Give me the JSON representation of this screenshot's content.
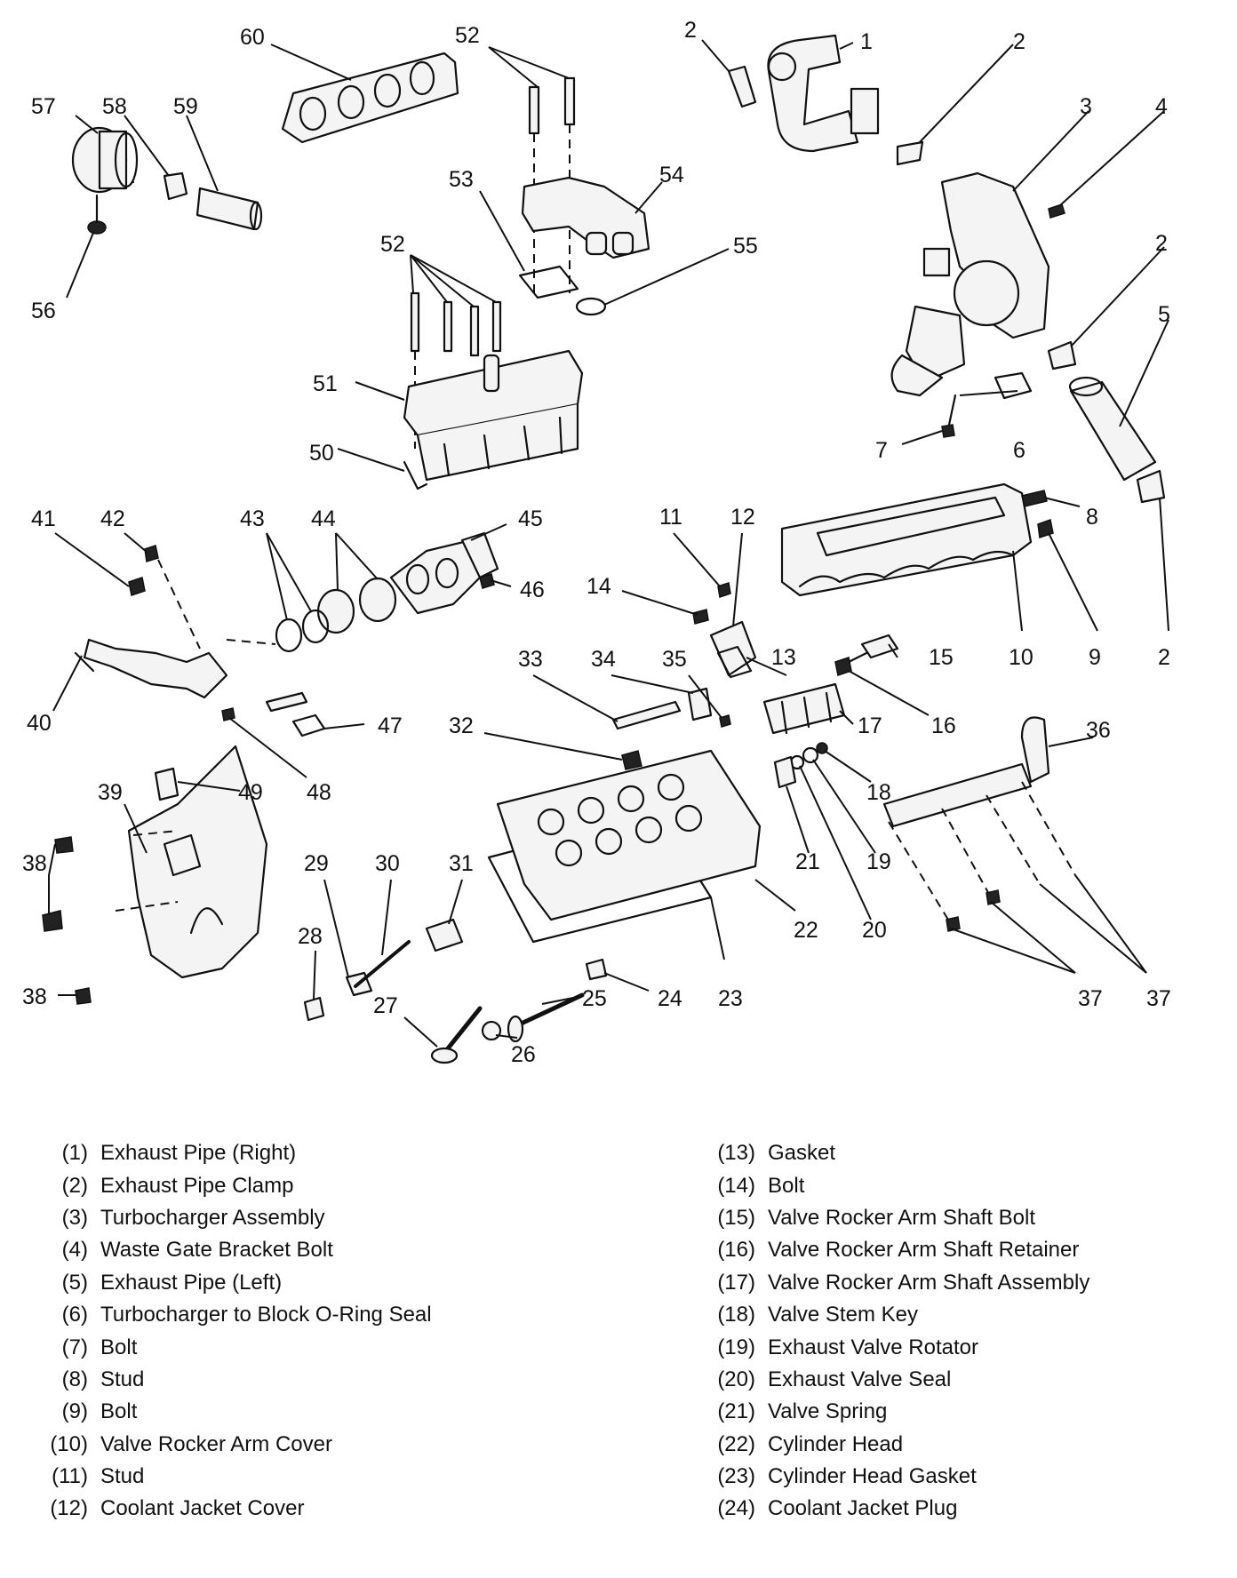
{
  "callouts": [
    {
      "id": "c1",
      "text": "1"
    },
    {
      "id": "c2a",
      "text": "2"
    },
    {
      "id": "c2b",
      "text": "2"
    },
    {
      "id": "c3",
      "text": "3"
    },
    {
      "id": "c4",
      "text": "4"
    },
    {
      "id": "c2c",
      "text": "2"
    },
    {
      "id": "c5",
      "text": "5"
    },
    {
      "id": "c6",
      "text": "6"
    },
    {
      "id": "c7",
      "text": "7"
    },
    {
      "id": "c8",
      "text": "8"
    },
    {
      "id": "c9",
      "text": "9"
    },
    {
      "id": "c10",
      "text": "10"
    },
    {
      "id": "c2d",
      "text": "2"
    },
    {
      "id": "c11",
      "text": "11"
    },
    {
      "id": "c12",
      "text": "12"
    },
    {
      "id": "c13",
      "text": "13"
    },
    {
      "id": "c14",
      "text": "14"
    },
    {
      "id": "c15",
      "text": "15"
    },
    {
      "id": "c16",
      "text": "16"
    },
    {
      "id": "c17",
      "text": "17"
    },
    {
      "id": "c18",
      "text": "18"
    },
    {
      "id": "c19",
      "text": "19"
    },
    {
      "id": "c20",
      "text": "20"
    },
    {
      "id": "c21",
      "text": "21"
    },
    {
      "id": "c22",
      "text": "22"
    },
    {
      "id": "c23",
      "text": "23"
    },
    {
      "id": "c24",
      "text": "24"
    },
    {
      "id": "c25",
      "text": "25"
    },
    {
      "id": "c26",
      "text": "26"
    },
    {
      "id": "c27",
      "text": "27"
    },
    {
      "id": "c28",
      "text": "28"
    },
    {
      "id": "c29",
      "text": "29"
    },
    {
      "id": "c30",
      "text": "30"
    },
    {
      "id": "c31",
      "text": "31"
    },
    {
      "id": "c32",
      "text": "32"
    },
    {
      "id": "c33",
      "text": "33"
    },
    {
      "id": "c34",
      "text": "34"
    },
    {
      "id": "c35",
      "text": "35"
    },
    {
      "id": "c36",
      "text": "36"
    },
    {
      "id": "c37a",
      "text": "37"
    },
    {
      "id": "c37b",
      "text": "37"
    },
    {
      "id": "c38a",
      "text": "38"
    },
    {
      "id": "c38b",
      "text": "38"
    },
    {
      "id": "c39",
      "text": "39"
    },
    {
      "id": "c40",
      "text": "40"
    },
    {
      "id": "c41",
      "text": "41"
    },
    {
      "id": "c42",
      "text": "42"
    },
    {
      "id": "c43",
      "text": "43"
    },
    {
      "id": "c44",
      "text": "44"
    },
    {
      "id": "c45",
      "text": "45"
    },
    {
      "id": "c46",
      "text": "46"
    },
    {
      "id": "c47",
      "text": "47"
    },
    {
      "id": "c48",
      "text": "48"
    },
    {
      "id": "c49",
      "text": "49"
    },
    {
      "id": "c50",
      "text": "50"
    },
    {
      "id": "c51",
      "text": "51"
    },
    {
      "id": "c52a",
      "text": "52"
    },
    {
      "id": "c52b",
      "text": "52"
    },
    {
      "id": "c53",
      "text": "53"
    },
    {
      "id": "c54",
      "text": "54"
    },
    {
      "id": "c55",
      "text": "55"
    },
    {
      "id": "c56",
      "text": "56"
    },
    {
      "id": "c57",
      "text": "57"
    },
    {
      "id": "c58",
      "text": "58"
    },
    {
      "id": "c59",
      "text": "59"
    },
    {
      "id": "c60",
      "text": "60"
    }
  ],
  "legend": {
    "left": [
      {
        "num": "(1)",
        "label": "Exhaust Pipe (Right)"
      },
      {
        "num": "(2)",
        "label": "Exhaust Pipe Clamp"
      },
      {
        "num": "(3)",
        "label": "Turbocharger Assembly"
      },
      {
        "num": "(4)",
        "label": "Waste Gate Bracket Bolt"
      },
      {
        "num": "(5)",
        "label": "Exhaust Pipe (Left)"
      },
      {
        "num": "(6)",
        "label": "Turbocharger to Block O-Ring Seal"
      },
      {
        "num": "(7)",
        "label": "Bolt"
      },
      {
        "num": "(8)",
        "label": "Stud"
      },
      {
        "num": "(9)",
        "label": "Bolt"
      },
      {
        "num": "(10)",
        "label": "Valve Rocker Arm Cover"
      },
      {
        "num": "(11)",
        "label": "Stud"
      },
      {
        "num": "(12)",
        "label": "Coolant Jacket Cover"
      }
    ],
    "right": [
      {
        "num": "(13)",
        "label": "Gasket"
      },
      {
        "num": "(14)",
        "label": "Bolt"
      },
      {
        "num": "(15)",
        "label": "Valve Rocker Arm Shaft Bolt"
      },
      {
        "num": "(16)",
        "label": "Valve Rocker Arm Shaft Retainer"
      },
      {
        "num": "(17)",
        "label": "Valve Rocker Arm Shaft Assembly"
      },
      {
        "num": "(18)",
        "label": "Valve Stem Key"
      },
      {
        "num": "(19)",
        "label": "Exhaust Valve Rotator"
      },
      {
        "num": "(20)",
        "label": "Exhaust Valve Seal"
      },
      {
        "num": "(21)",
        "label": "Valve Spring"
      },
      {
        "num": "(22)",
        "label": "Cylinder Head"
      },
      {
        "num": "(23)",
        "label": "Cylinder Head Gasket"
      },
      {
        "num": "(24)",
        "label": "Coolant Jacket Plug"
      }
    ]
  }
}
